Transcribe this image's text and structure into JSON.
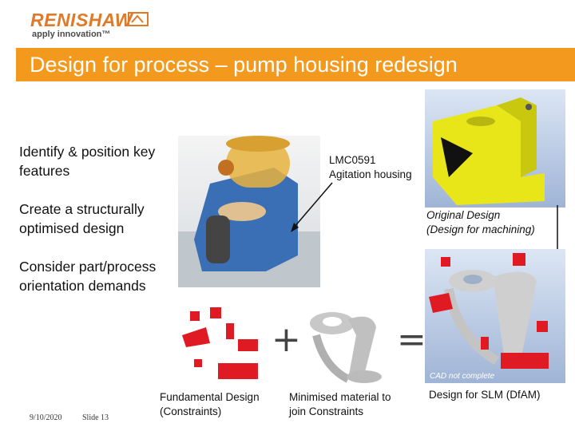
{
  "header": {
    "logo_text": "RENISHAW",
    "tagline": "apply innovation™"
  },
  "slide": {
    "title": "Design for process – pump housing redesign"
  },
  "bullets": [
    "Identify & position key features",
    "Create a structurally optimised design",
    "Consider part/process orientation demands"
  ],
  "captions": {
    "part_label_line1": "LMC0591",
    "part_label_line2": "Agitation housing",
    "original_line1": "Original Design",
    "original_line2": "(Design for machining)",
    "fundamental_line1": "Fundamental Design",
    "fundamental_line2": "(Constraints)",
    "minimised_line1": "Minimised material to",
    "minimised_line2": "join Constraints",
    "slm_design": "Design for SLM (DfAM)",
    "cad_note": "CAD not complete",
    "plus_sign": "+",
    "equals_sign": "="
  },
  "footer": {
    "date": "9/10/2020",
    "slide_number": "Slide 13"
  },
  "colors": {
    "accent": "#f39a1e",
    "logo": "#e07a28",
    "part_yellow": "#e8e619",
    "part_red": "#e01a22",
    "part_grey": "#c8c8c8"
  }
}
